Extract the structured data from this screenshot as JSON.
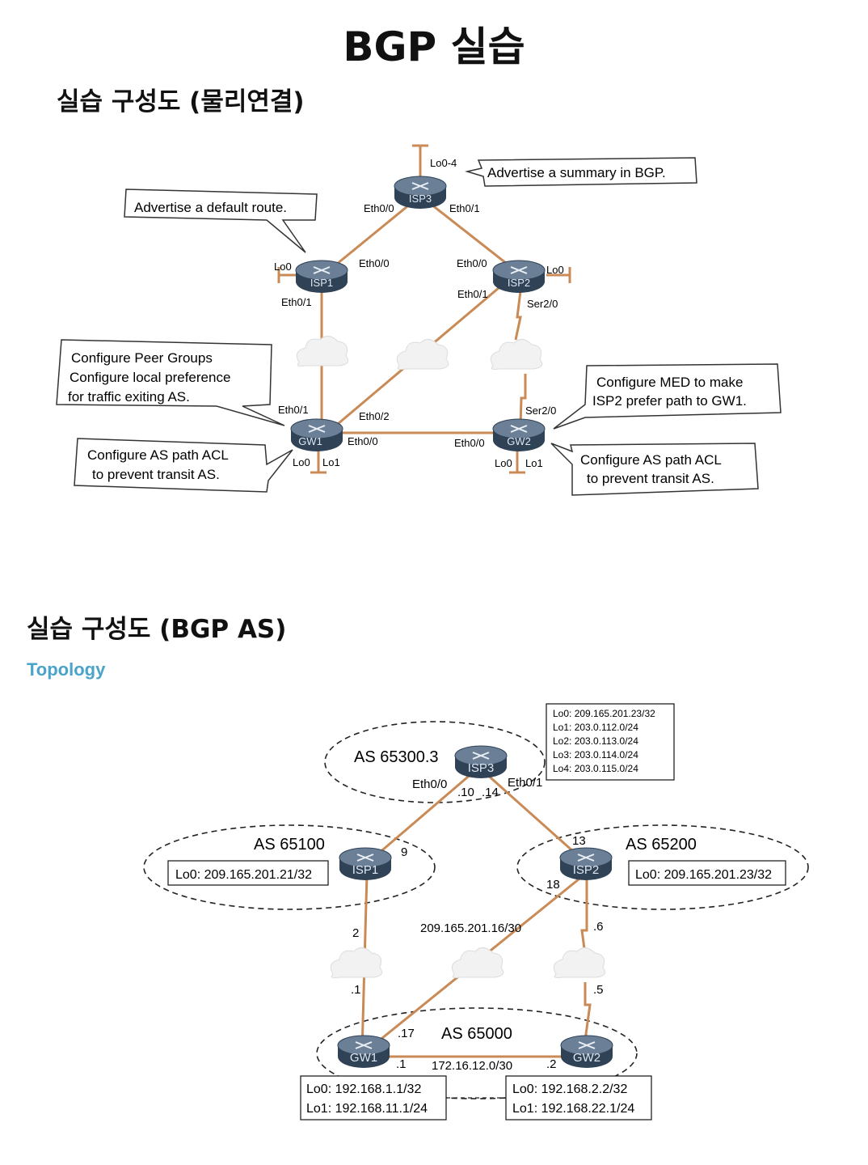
{
  "page": {
    "title": "BGP 실습",
    "section1_title": "실습 구성도 (물리연결)",
    "section2_title": "실습 구성도 (BGP AS)",
    "topology_label": "Topology"
  },
  "physical": {
    "devices": {
      "isp1": "ISP1",
      "isp2": "ISP2",
      "isp3": "ISP3",
      "gw1": "GW1",
      "gw2": "GW2"
    },
    "ports": {
      "isp3_lo": "Lo0-4",
      "isp3_e00": "Eth0/0",
      "isp3_e01": "Eth0/1",
      "isp1_lo": "Lo0",
      "isp1_e00": "Eth0/0",
      "isp1_e01": "Eth0/1",
      "isp2_lo": "Lo0",
      "isp2_e00": "Eth0/0",
      "isp2_e01": "Eth0/1",
      "isp2_ser": "Ser2/0",
      "gw1_e01": "Eth0/1",
      "gw1_e02": "Eth0/2",
      "gw1_e00": "Eth0/0",
      "gw1_lo0": "Lo0",
      "gw1_lo1": "Lo1",
      "gw2_ser": "Ser2/0",
      "gw2_e00": "Eth0/0",
      "gw2_lo0": "Lo0",
      "gw2_lo1": "Lo1"
    },
    "callouts": {
      "isp3": "Advertise a summary in BGP.",
      "isp1": "Advertise a default route.",
      "gw1_peer": [
        "Configure Peer Groups",
        "Configure local preference",
        "for traffic exiting AS."
      ],
      "gw1_acl": [
        "Configure AS path ACL",
        "to prevent transit AS."
      ],
      "gw2_med": [
        "Configure MED to make",
        "ISP2 prefer path to GW1."
      ],
      "gw2_acl": [
        "Configure AS path ACL",
        "to prevent transit AS."
      ]
    }
  },
  "bgp": {
    "devices": {
      "isp1": "ISP1",
      "isp2": "ISP2",
      "isp3": "ISP3",
      "gw1": "GW1",
      "gw2": "GW2"
    },
    "as": {
      "isp3": "AS 65300.3",
      "isp1": "AS 65100",
      "isp2": "AS 65200",
      "gw": "AS 65000"
    },
    "isp3_loopbacks": [
      "Lo0: 209.165.201.23/32",
      "Lo1: 203.0.112.0/24",
      "Lo2: 203.0.113.0/24",
      "Lo3: 203.0.114.0/24",
      "Lo4: 203.0.115.0/24"
    ],
    "isp1_lo": "Lo0: 209.165.201.21/32",
    "isp2_lo": "Lo0: 209.165.201.23/32",
    "gw1_lo": [
      "Lo0: 192.168.1.1/32",
      "Lo1: 192.168.11.1/24"
    ],
    "gw2_lo": [
      "Lo0: 192.168.2.2/32",
      "Lo1: 192.168.22.1/24"
    ],
    "ports": {
      "isp3_e00": "Eth0/0",
      "isp3_e01": "Eth0/1"
    },
    "ips": {
      "isp3_a": ".10",
      "isp3_b": ".14",
      "isp1_up": "9",
      "isp2_up": "13",
      "isp2_18": "18",
      "isp1_down": "2",
      "gw1_up": ".1",
      "isp2_down": ".6",
      "gw2_up": ".5",
      "gw1_17": ".17",
      "gw1_link": ".1",
      "gw2_link": ".2"
    },
    "nets": {
      "mid": "209.165.201.16/30",
      "gwlink": "172.16.12.0/30"
    }
  },
  "colors": {
    "link": "#c98a55",
    "router_top": "#6b7f96",
    "router_body": "#2f4256",
    "loop": "#c98a55"
  }
}
